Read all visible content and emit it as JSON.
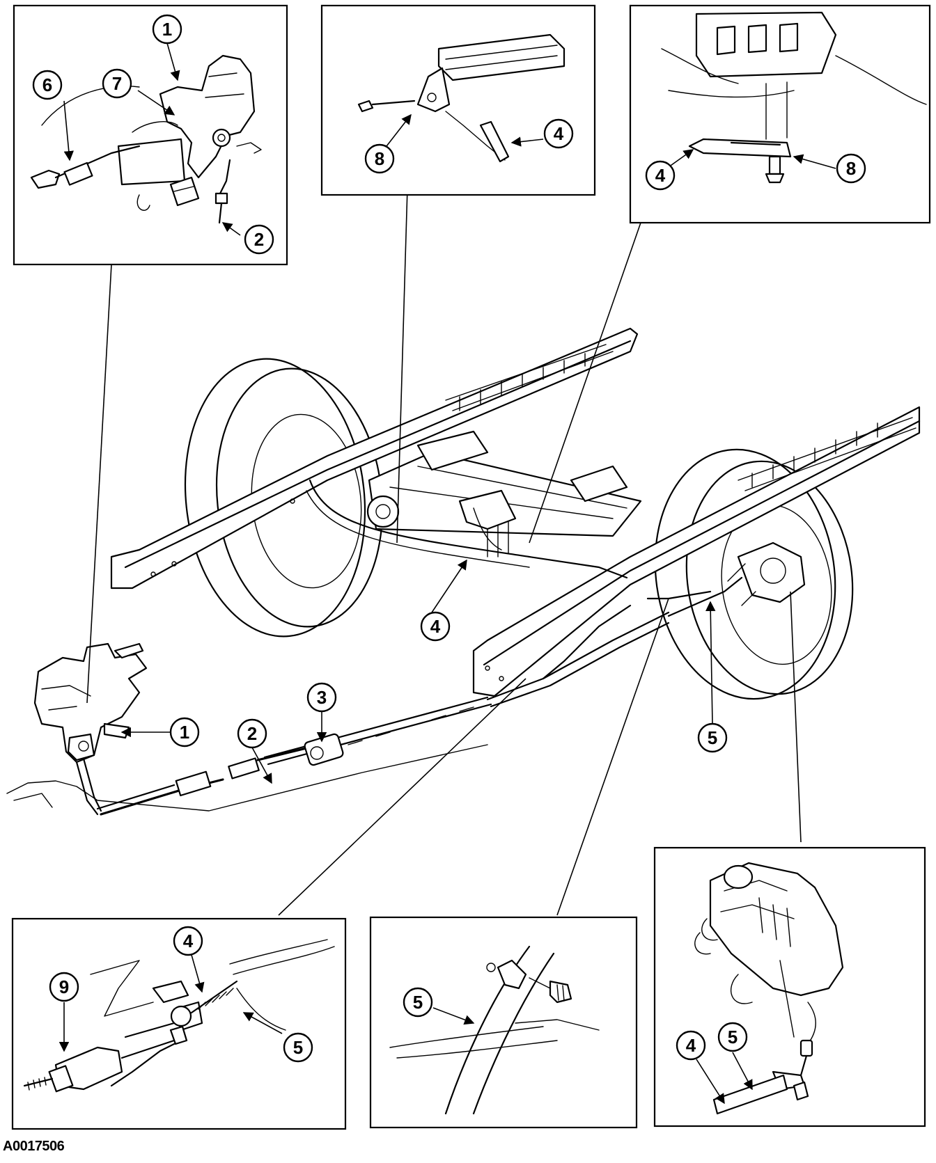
{
  "figure_id": "A0017506",
  "callouts": {
    "inset_pedal": {
      "c1": "1",
      "c2": "2",
      "c6": "6",
      "c7": "7"
    },
    "inset_bracket_top": {
      "c8": "8",
      "c4": "4"
    },
    "inset_bracket_right": {
      "c4": "4",
      "c8": "8"
    },
    "main": {
      "c1": "1",
      "c2": "2",
      "c3": "3",
      "c4": "4",
      "c5": "5"
    },
    "inset_equalizer": {
      "c9": "9",
      "c4": "4",
      "c5": "5"
    },
    "inset_clip": {
      "c5": "5"
    },
    "inset_caliper": {
      "c4": "4",
      "c5": "5"
    }
  }
}
